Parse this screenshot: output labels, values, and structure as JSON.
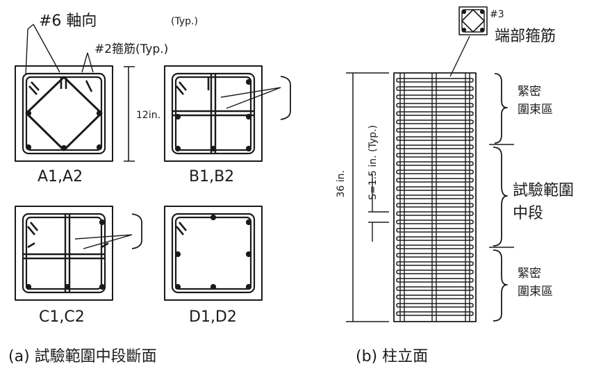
{
  "labels": {
    "bar6_axial": "#6 軸向",
    "typ_top": "(Typ.)",
    "hoop2": "#2箍筋(Typ.)",
    "dim12": "12in.",
    "a": "A1,A2",
    "b": "B1,B2",
    "c": "C1,C2",
    "d": "D1,D2",
    "cap_a": "(a) 試驗範圍中段斷面",
    "hoop3_num": "#3",
    "hoop3_text": "端部箍筋",
    "zone_top": [
      "緊密",
      "圍束區"
    ],
    "zone_mid": [
      "試驗範圍",
      "中段"
    ],
    "zone_bot": [
      "緊密",
      "圍束區"
    ],
    "dim36": "36 in.",
    "spacing": "S=1.5 in. (Typ.)",
    "cap_b": "(b) 柱立面"
  },
  "colors": {
    "ink": "#1a1a1a",
    "fill": "#ffffff"
  },
  "icons": [
    "column-section-icon",
    "rebar-icon",
    "hoop-icon"
  ]
}
